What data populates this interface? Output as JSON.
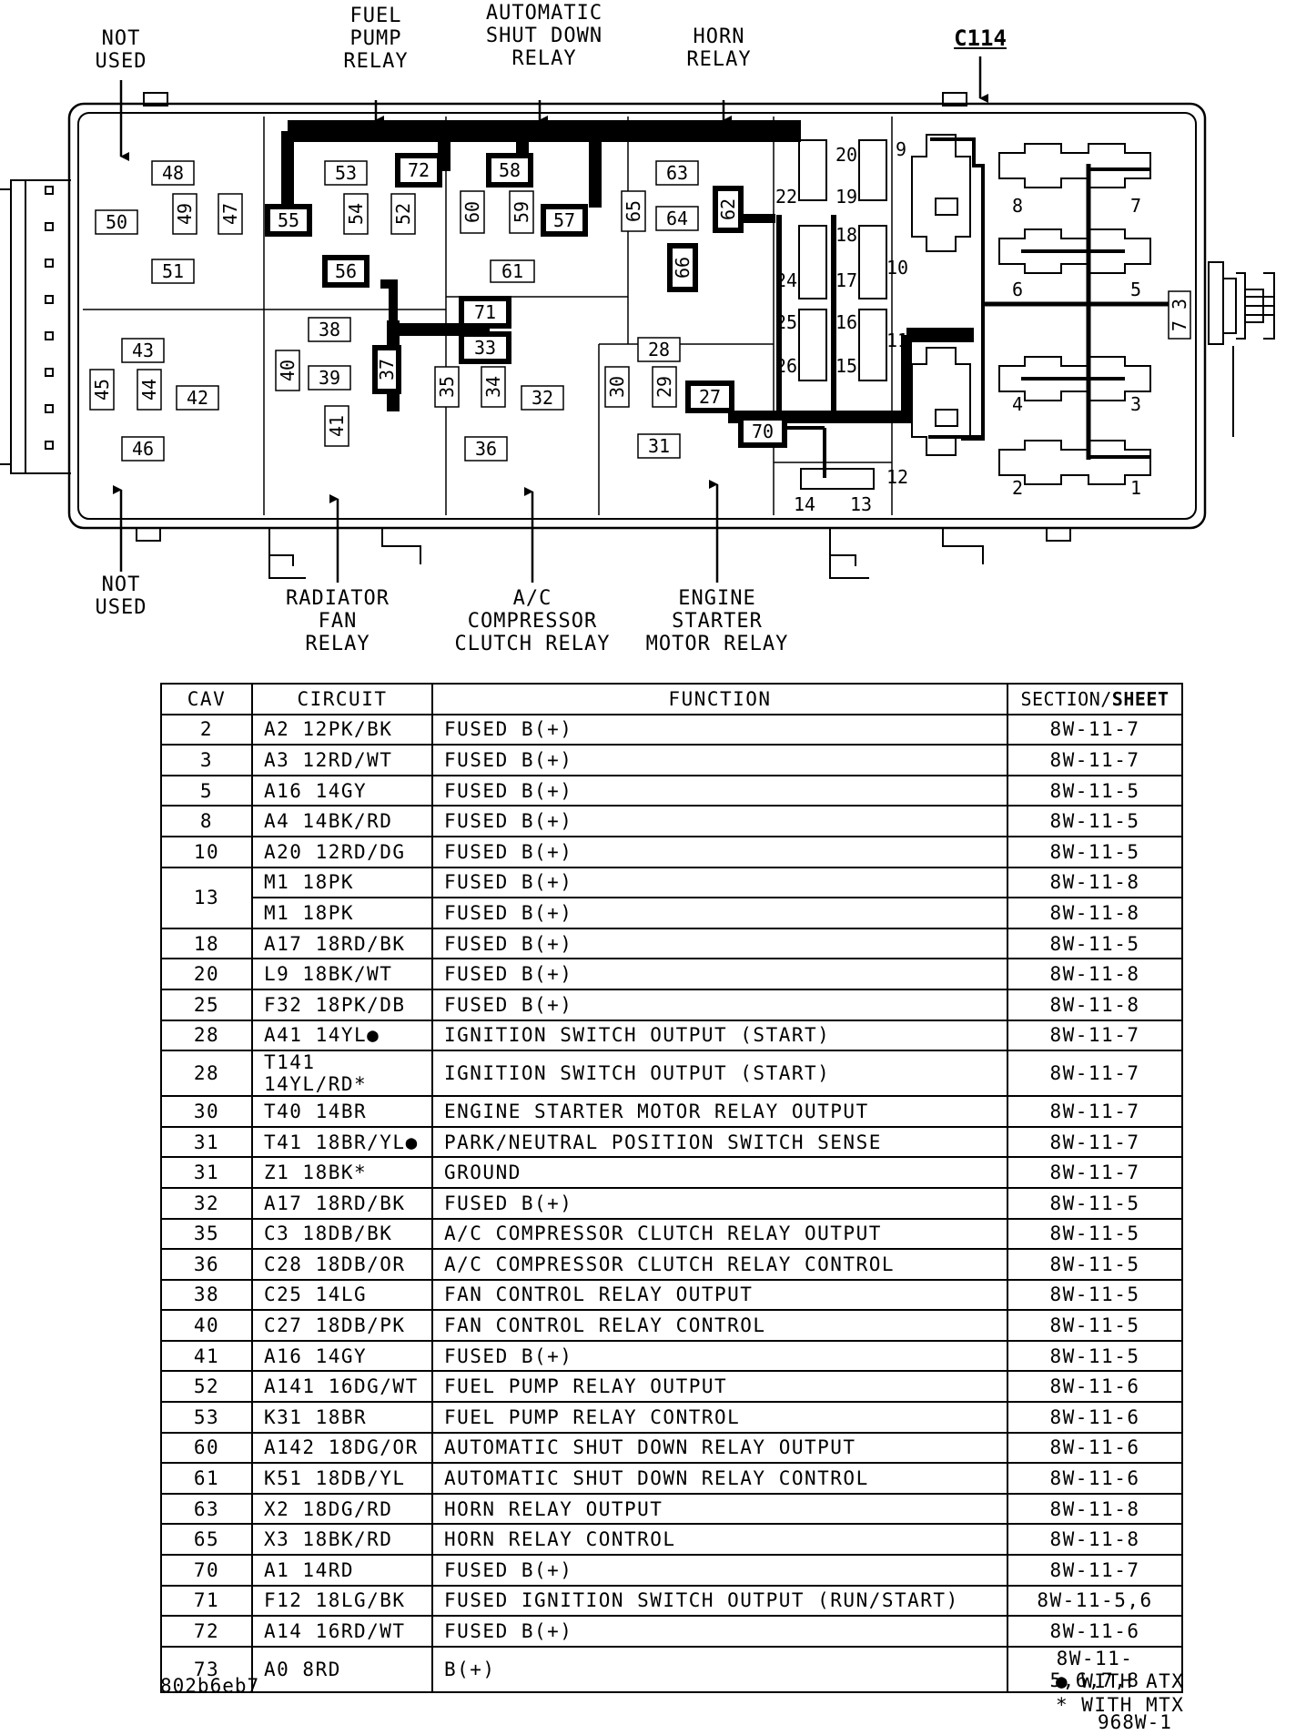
{
  "labels": {
    "not_used_top": "NOT\nUSED",
    "fuel_pump_relay": "FUEL\nPUMP\nRELAY",
    "asd_relay": "AUTOMATIC\nSHUT DOWN\nRELAY",
    "horn_relay": "HORN\nRELAY",
    "connector": "C114",
    "not_used_bottom": "NOT\nUSED",
    "radiator_fan_relay": "RADIATOR\nFAN\nRELAY",
    "ac_clutch_relay": "A/C\nCOMPRESSOR\nCLUTCH RELAY",
    "starter_relay": "ENGINE\nSTARTER\nMOTOR RELAY"
  },
  "cavities": {
    "48": "48",
    "50": "50",
    "49": "49",
    "47": "47",
    "51": "51",
    "43": "43",
    "45": "45",
    "44": "44",
    "42": "42",
    "46": "46",
    "53": "53",
    "72": "72",
    "58": "58",
    "55": "55",
    "54": "54",
    "52": "52",
    "60": "60",
    "59": "59",
    "57": "57",
    "61": "61",
    "56": "56",
    "71": "71",
    "33": "33",
    "38": "38",
    "39": "39",
    "40": "40",
    "37": "37",
    "41": "41",
    "35": "35",
    "34": "34",
    "32": "32",
    "36": "36",
    "63": "63",
    "64": "64",
    "65": "65",
    "62": "62",
    "66": "66",
    "28": "28",
    "30": "30",
    "29": "29",
    "27": "27",
    "31": "31",
    "70": "70",
    "20": "20",
    "22": "22",
    "19": "19",
    "18": "18",
    "24": "24",
    "17": "17",
    "25": "25",
    "16": "16",
    "26": "26",
    "15": "15",
    "14": "14",
    "13": "13",
    "9": "9",
    "10": "10",
    "11": "11",
    "12": "12",
    "8": "8",
    "7": "7",
    "6": "6",
    "5": "5",
    "4": "4",
    "3": "3",
    "2": "2",
    "1": "1",
    "73": "7 3"
  },
  "table": {
    "headers": {
      "cav": "CAV",
      "circuit": "CIRCUIT",
      "function": "FUNCTION",
      "section": "SECTION/",
      "sheet": "SHEET"
    },
    "rows": [
      {
        "cav": "2",
        "circuit": "A2 12PK/BK",
        "function": "FUSED B(+)",
        "section": "8W-11-7"
      },
      {
        "cav": "3",
        "circuit": "A3 12RD/WT",
        "function": "FUSED B(+)",
        "section": "8W-11-7"
      },
      {
        "cav": "5",
        "circuit": "A16 14GY",
        "function": "FUSED B(+)",
        "section": "8W-11-5"
      },
      {
        "cav": "8",
        "circuit": "A4 14BK/RD",
        "function": "FUSED B(+)",
        "section": "8W-11-5"
      },
      {
        "cav": "10",
        "circuit": "A20 12RD/DG",
        "function": "FUSED B(+)",
        "section": "8W-11-5"
      },
      {
        "cav": "13",
        "circuit": "M1 18PK",
        "function": "FUSED B(+)",
        "section": "8W-11-8"
      },
      {
        "cav": "",
        "circuit": "M1 18PK",
        "function": "FUSED B(+)",
        "section": "8W-11-8"
      },
      {
        "cav": "18",
        "circuit": "A17 18RD/BK",
        "function": "FUSED B(+)",
        "section": "8W-11-5"
      },
      {
        "cav": "20",
        "circuit": "L9 18BK/WT",
        "function": "FUSED B(+)",
        "section": "8W-11-8"
      },
      {
        "cav": "25",
        "circuit": "F32 18PK/DB",
        "function": "FUSED B(+)",
        "section": "8W-11-8"
      },
      {
        "cav": "28",
        "circuit": "A41 14YL●",
        "function": "IGNITION SWITCH OUTPUT (START)",
        "section": "8W-11-7"
      },
      {
        "cav": "28",
        "circuit": "T141 14YL/RD*",
        "function": "IGNITION SWITCH OUTPUT (START)",
        "section": "8W-11-7"
      },
      {
        "cav": "30",
        "circuit": "T40 14BR",
        "function": "ENGINE STARTER MOTOR RELAY OUTPUT",
        "section": "8W-11-7"
      },
      {
        "cav": "31",
        "circuit": "T41 18BR/YL●",
        "function": "PARK/NEUTRAL POSITION SWITCH SENSE",
        "section": "8W-11-7"
      },
      {
        "cav": "31",
        "circuit": "Z1 18BK*",
        "function": "GROUND",
        "section": "8W-11-7"
      },
      {
        "cav": "32",
        "circuit": "A17 18RD/BK",
        "function": "FUSED B(+)",
        "section": "8W-11-5"
      },
      {
        "cav": "35",
        "circuit": "C3 18DB/BK",
        "function": "A/C COMPRESSOR CLUTCH RELAY OUTPUT",
        "section": "8W-11-5"
      },
      {
        "cav": "36",
        "circuit": "C28 18DB/OR",
        "function": "A/C COMPRESSOR CLUTCH RELAY CONTROL",
        "section": "8W-11-5"
      },
      {
        "cav": "38",
        "circuit": "C25 14LG",
        "function": "FAN CONTROL RELAY OUTPUT",
        "section": "8W-11-5"
      },
      {
        "cav": "40",
        "circuit": "C27 18DB/PK",
        "function": "FAN CONTROL RELAY CONTROL",
        "section": "8W-11-5"
      },
      {
        "cav": "41",
        "circuit": "A16 14GY",
        "function": "FUSED B(+)",
        "section": "8W-11-5"
      },
      {
        "cav": "52",
        "circuit": "A141 16DG/WT",
        "function": "FUEL PUMP RELAY OUTPUT",
        "section": "8W-11-6"
      },
      {
        "cav": "53",
        "circuit": "K31 18BR",
        "function": "FUEL PUMP RELAY CONTROL",
        "section": "8W-11-6"
      },
      {
        "cav": "60",
        "circuit": "A142 18DG/OR",
        "function": "AUTOMATIC SHUT DOWN RELAY OUTPUT",
        "section": "8W-11-6"
      },
      {
        "cav": "61",
        "circuit": "K51 18DB/YL",
        "function": "AUTOMATIC SHUT DOWN RELAY CONTROL",
        "section": "8W-11-6"
      },
      {
        "cav": "63",
        "circuit": "X2 18DG/RD",
        "function": "HORN RELAY OUTPUT",
        "section": "8W-11-8"
      },
      {
        "cav": "65",
        "circuit": "X3 18BK/RD",
        "function": "HORN RELAY CONTROL",
        "section": "8W-11-8"
      },
      {
        "cav": "70",
        "circuit": "A1 14RD",
        "function": "FUSED B(+)",
        "section": "8W-11-7"
      },
      {
        "cav": "71",
        "circuit": "F12 18LG/BK",
        "function": "FUSED IGNITION SWITCH OUTPUT (RUN/START)",
        "section": "8W-11-5,6"
      },
      {
        "cav": "72",
        "circuit": "A14 16RD/WT",
        "function": "FUSED B(+)",
        "section": "8W-11-6"
      },
      {
        "cav": "73",
        "circuit": "A0 8RD",
        "function": "B(+)",
        "section": "8W-11-5,6,7,8"
      }
    ]
  },
  "footnotes": {
    "atx": "● WITH ATX",
    "mtx": "* WITH MTX"
  },
  "codes": {
    "image_id": "802b6eb7",
    "figure": "968W-1"
  }
}
